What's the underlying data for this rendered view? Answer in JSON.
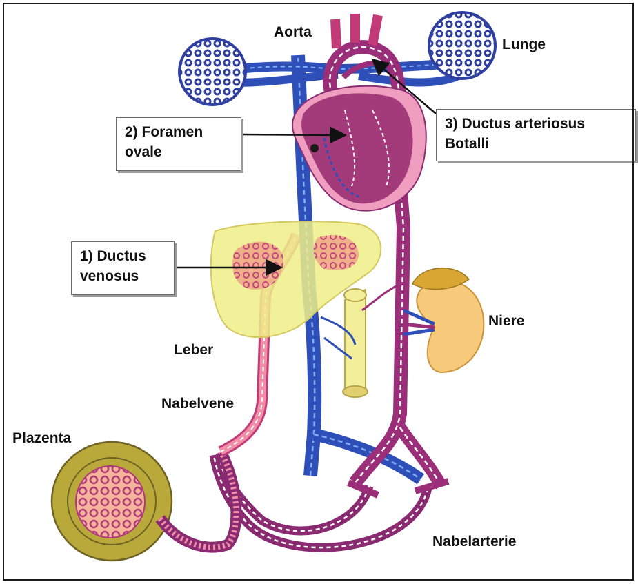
{
  "labels": {
    "aorta": "Aorta",
    "lunge": "Lunge",
    "niere": "Niere",
    "leber": "Leber",
    "nabelvene": "Nabelvene",
    "plazenta": "Plazenta",
    "nabelarterie": "Nabelarterie"
  },
  "callouts": {
    "foramen_ovale": {
      "line1": "2) Foramen",
      "line2": "ovale"
    },
    "ductus_arteriosus": {
      "line1": "3) Ductus arteriosus",
      "line2": "Botalli"
    },
    "ductus_venosus": {
      "line1": "1) Ductus",
      "line2": "venosus"
    }
  },
  "colors": {
    "arterial": "#c23a78",
    "venous": "#2f4fb8",
    "oxygenated": "#f08ea8",
    "liver": "#eeee88",
    "kidney": "#f7c97a",
    "placenta": "#b9a83a",
    "heart": "#a33a7a"
  }
}
